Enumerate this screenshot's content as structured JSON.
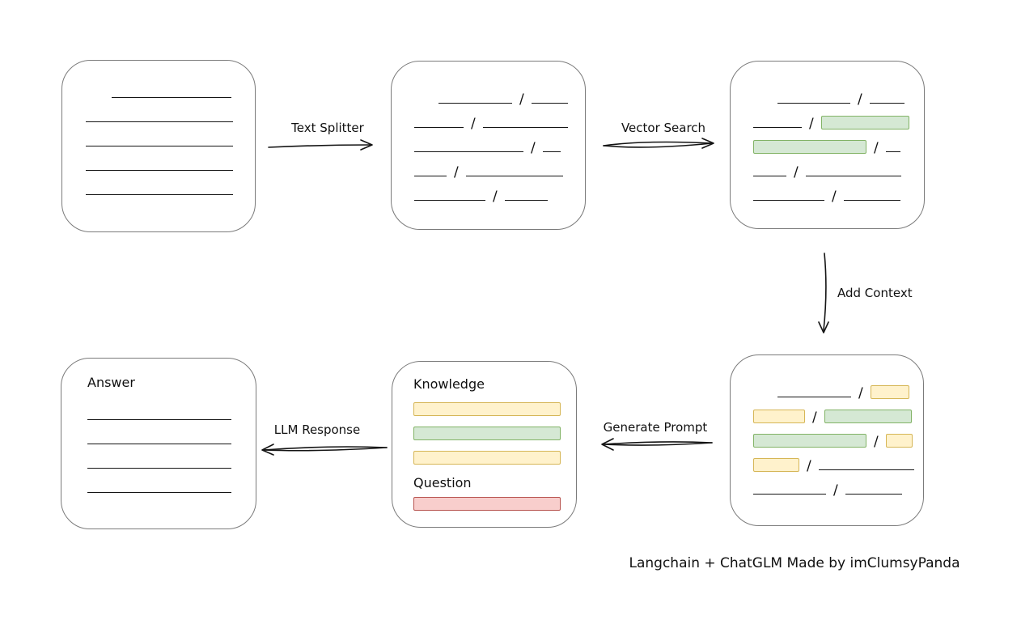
{
  "footer": "Langchain + ChatGLM Made by imClumsyPanda",
  "arrows": {
    "text_splitter": "Text Splitter",
    "vector_search": "Vector Search",
    "add_context": "Add Context",
    "generate_prompt": "Generate Prompt",
    "llm_response": "LLM Response"
  },
  "labels": {
    "knowledge": "Knowledge",
    "question": "Question",
    "answer": "Answer"
  },
  "colors": {
    "green_fill": "#d5e8d4",
    "green_border": "#82b366",
    "yellow_fill": "#fff2cc",
    "yellow_border": "#d6b656",
    "red_fill": "#f8cecc",
    "red_border": "#b85450"
  },
  "boxes": {
    "document": {
      "rows": [
        [
          {
            "t": "indent",
            "w": 32
          },
          {
            "t": "line",
            "w": 148
          }
        ],
        [
          {
            "t": "line",
            "w": 182
          }
        ],
        [
          {
            "t": "line",
            "w": 182
          }
        ],
        [
          {
            "t": "line",
            "w": 182
          }
        ],
        [
          {
            "t": "line",
            "w": 182
          }
        ]
      ]
    },
    "chunks": {
      "rows": [
        [
          {
            "t": "indent",
            "w": 30
          },
          {
            "t": "line",
            "w": 91
          },
          {
            "t": "slash"
          },
          {
            "t": "line",
            "w": 45
          }
        ],
        [
          {
            "t": "line",
            "w": 61
          },
          {
            "t": "slash"
          },
          {
            "t": "line",
            "w": 105
          }
        ],
        [
          {
            "t": "line",
            "w": 135
          },
          {
            "t": "slash"
          },
          {
            "t": "line",
            "w": 22
          }
        ],
        [
          {
            "t": "line",
            "w": 40
          },
          {
            "t": "slash"
          },
          {
            "t": "line",
            "w": 120
          }
        ],
        [
          {
            "t": "line",
            "w": 88
          },
          {
            "t": "slash"
          },
          {
            "t": "line",
            "w": 53
          }
        ]
      ]
    },
    "search_results": {
      "rows": [
        [
          {
            "t": "indent",
            "w": 30
          },
          {
            "t": "line",
            "w": 90
          },
          {
            "t": "slash"
          },
          {
            "t": "line",
            "w": 43
          }
        ],
        [
          {
            "t": "line",
            "w": 60
          },
          {
            "t": "slash"
          },
          {
            "t": "green",
            "w": 107
          }
        ],
        [
          {
            "t": "green",
            "w": 138
          },
          {
            "t": "slash"
          },
          {
            "t": "line",
            "w": 18
          }
        ],
        [
          {
            "t": "line",
            "w": 41
          },
          {
            "t": "slash"
          },
          {
            "t": "line",
            "w": 118
          }
        ],
        [
          {
            "t": "line",
            "w": 88
          },
          {
            "t": "slash"
          },
          {
            "t": "line",
            "w": 70
          }
        ]
      ]
    },
    "context": {
      "rows": [
        [
          {
            "t": "indent",
            "w": 30
          },
          {
            "t": "line",
            "w": 91
          },
          {
            "t": "slash"
          },
          {
            "t": "yellow",
            "w": 46
          }
        ],
        [
          {
            "t": "yellow",
            "w": 62
          },
          {
            "t": "slash"
          },
          {
            "t": "green",
            "w": 106
          }
        ],
        [
          {
            "t": "green",
            "w": 138
          },
          {
            "t": "slash"
          },
          {
            "t": "yellow",
            "w": 31
          }
        ],
        [
          {
            "t": "yellow",
            "w": 55
          },
          {
            "t": "slash"
          },
          {
            "t": "line",
            "w": 118
          }
        ],
        [
          {
            "t": "line",
            "w": 90
          },
          {
            "t": "slash"
          },
          {
            "t": "line",
            "w": 70
          }
        ]
      ]
    },
    "prompt": {
      "knowledge_bars": [
        "yellow",
        "green",
        "yellow"
      ],
      "question_bars": [
        "red"
      ]
    },
    "answer": {
      "rows": [
        [
          {
            "t": "line",
            "w": 178
          }
        ],
        [
          {
            "t": "line",
            "w": 178
          }
        ],
        [
          {
            "t": "line",
            "w": 178
          }
        ],
        [
          {
            "t": "line",
            "w": 178
          }
        ]
      ]
    }
  }
}
